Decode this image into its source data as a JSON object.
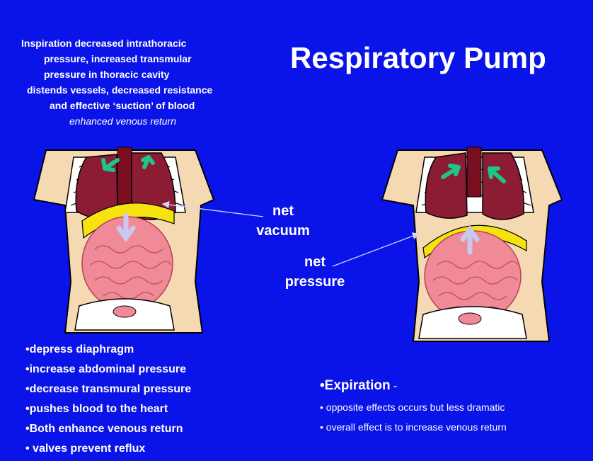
{
  "slide": {
    "title": "Respiratory Pump",
    "intro": {
      "line1": "Inspiration decreased intrathoracic",
      "line2": "pressure, increased transmular",
      "line3": "pressure in thoracic cavity",
      "line4": "distends vessels, decreased resistance",
      "line5": "and effective ‘suction’ of blood",
      "line6": "enhanced venous return"
    },
    "labels": {
      "vacuum_1": "net",
      "vacuum_2": "vacuum",
      "pressure_1": "net",
      "pressure_2": "pressure"
    },
    "left_bullets": [
      "•depress diaphragm",
      "•increase abdominal pressure",
      "•decrease transmural pressure",
      "•pushes blood to the heart",
      "•Both enhance venous return",
      "• valves prevent reflux"
    ],
    "expiration": {
      "heading": "•Expiration",
      "dash": " -",
      "items": [
        "• opposite effects occurs but less dramatic",
        "• overall effect is to increase venous return"
      ]
    }
  },
  "colors": {
    "background": "#0a14e8",
    "text": "#ffffff",
    "skin": "#f5d9b3",
    "lung": "#8b1c33",
    "intestine": "#f08a96",
    "diaphragm": "#f5e20f",
    "arrow_green": "#1fc48a",
    "arrow_lavender": "#c8c8f0"
  },
  "icons": {
    "left_figure": "torso-inspiration-illustration",
    "right_figure": "torso-expiration-illustration"
  }
}
